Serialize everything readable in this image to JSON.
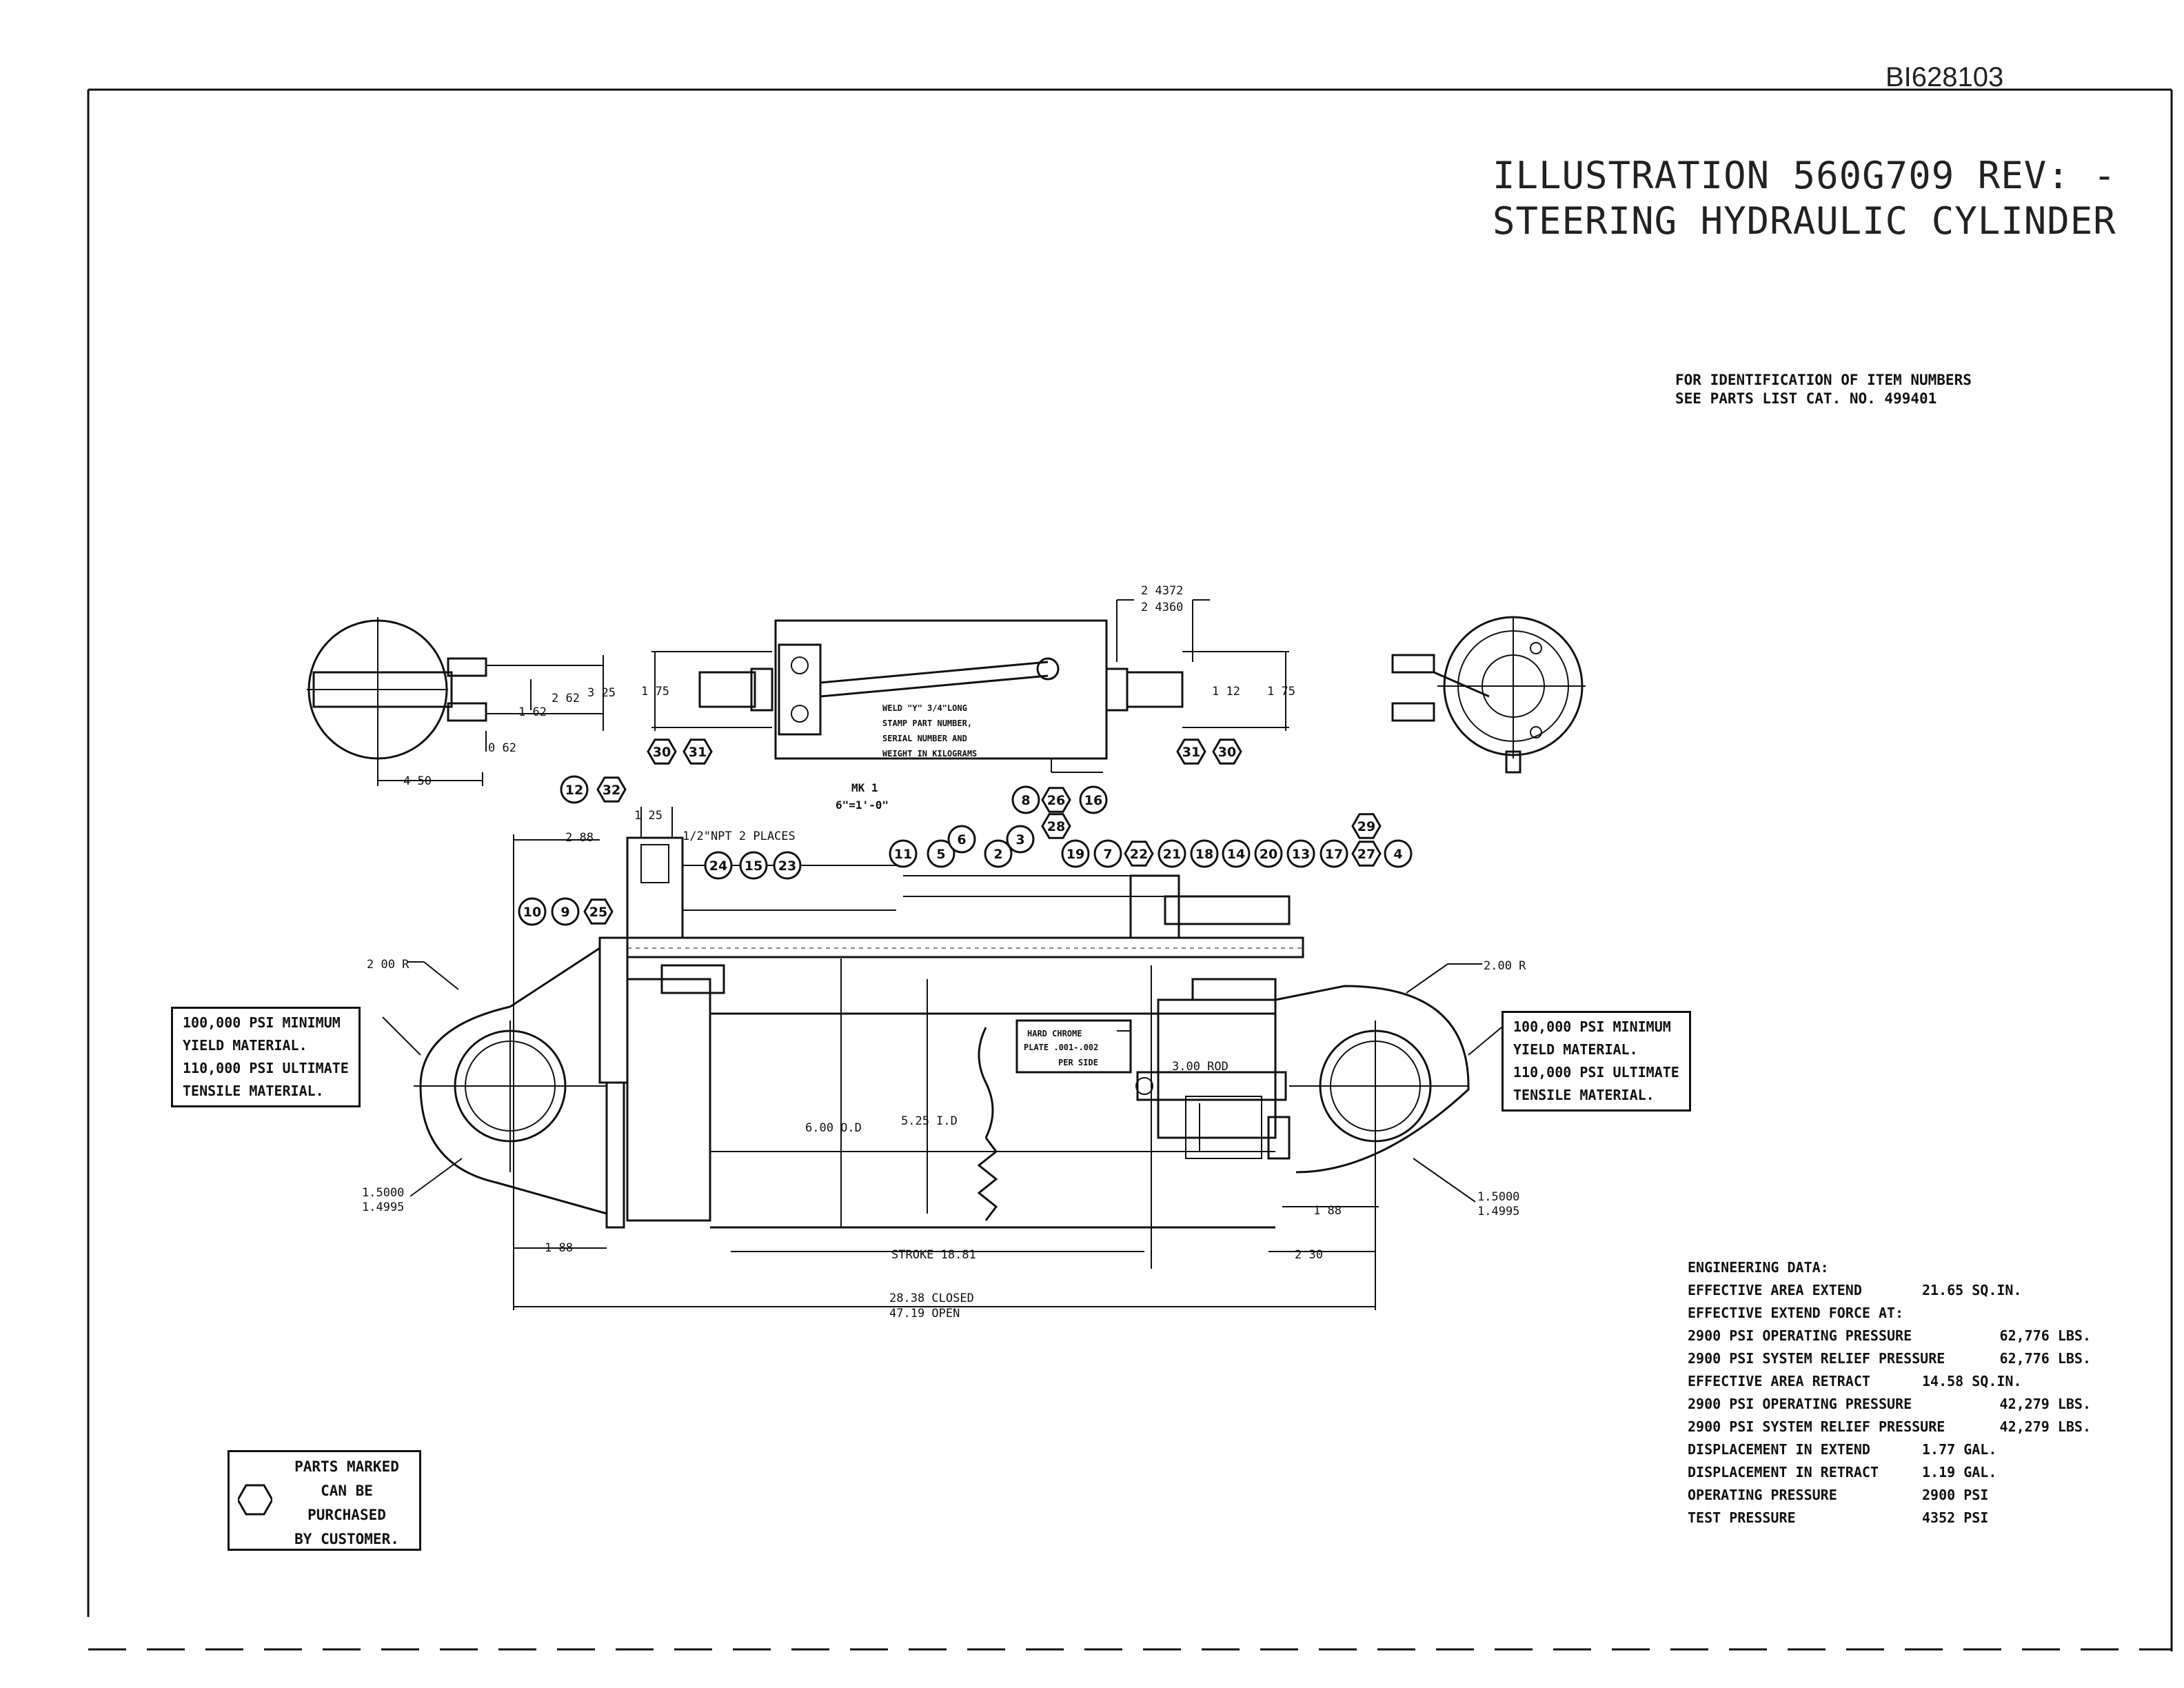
{
  "document_id": "BI628103",
  "title_line1": "ILLUSTRATION 560G709 REV: -",
  "title_line2": "STEERING HYDRAULIC CYLINDER",
  "identification_note": {
    "line1": "FOR IDENTIFICATION OF ITEM NUMBERS",
    "line2": "SEE PARTS LIST CAT. NO. 499401"
  },
  "material_note_left": [
    "100,000 PSI MINIMUM",
    "YIELD MATERIAL.",
    "110,000 PSI ULTIMATE",
    "TENSILE MATERIAL."
  ],
  "material_note_right": [
    "100,000 PSI MINIMUM",
    "YIELD MATERIAL.",
    "110,000 PSI ULTIMATE",
    "TENSILE MATERIAL."
  ],
  "weld_note": [
    "WELD \"Y\" 3/4\"LONG",
    "STAMP PART NUMBER,",
    "SERIAL NUMBER AND",
    "WEIGHT IN KILOGRAMS"
  ],
  "view_label": {
    "mark": "MK 1",
    "scale": "6\"=1'-0\""
  },
  "port_note": "1/2\"NPT 2 PLACES",
  "chrome_note": [
    "HARD CHROME",
    "PLATE .001-.002",
    "PER SIDE"
  ],
  "dimensions": {
    "d_2_4372": "2 4372",
    "d_2_4360": "2 4360",
    "d_3_25": "3 25",
    "d_2_62": "2 62",
    "d_1_62": "1 62",
    "d_0_62": "0 62",
    "d_4_50": "4 50",
    "d_1_75_left": "1 75",
    "d_1_12": "1 12",
    "d_1_75_right": "1 75",
    "d_1_25": "1 25",
    "d_2_88": "2 88",
    "d_2_00_r_left": "2 00 R",
    "d_2_00_r_right": "2.00 R",
    "d_6_00_od": "6.00 O.D",
    "d_5_25_id": "5.25 I.D",
    "d_3_00_rod": "3.00 ROD",
    "d_bore_left_1": "1.5000",
    "d_bore_left_2": "1.4995",
    "d_bore_right_1": "1.5000",
    "d_bore_right_2": "1.4995",
    "d_1_88_left": "1 88",
    "d_1_88_right": "1 88",
    "d_stroke": "STROKE 18.81",
    "d_2_30": "2 30",
    "d_closed": "28.38 CLOSED",
    "d_open": "47.19   OPEN"
  },
  "item_balloons_top": [
    "12",
    "32",
    "24",
    "15",
    "23",
    "11",
    "5",
    "6",
    "2",
    "3",
    "19",
    "7",
    "22",
    "21",
    "18",
    "14",
    "20",
    "13",
    "17",
    "27",
    "4",
    "29",
    "10",
    "9",
    "25"
  ],
  "item_balloons_view": [
    "30",
    "31",
    "31",
    "30",
    "8",
    "26",
    "16",
    "28"
  ],
  "customer_parts": [
    "32",
    "30",
    "31",
    "28",
    "26",
    "27",
    "29",
    "25",
    "22"
  ],
  "engineering_data": {
    "heading": "ENGINEERING DATA:",
    "rows": [
      {
        "label": "EFFECTIVE AREA EXTEND",
        "value": "21.65 SQ.IN.",
        "wide": false
      },
      {
        "label": "EFFECTIVE EXTEND FORCE AT:",
        "value": "",
        "wide": false
      },
      {
        "label": "2900 PSI OPERATING PRESSURE",
        "value": "62,776 LBS.",
        "wide": true
      },
      {
        "label": "2900 PSI SYSTEM RELIEF PRESSURE",
        "value": "62,776 LBS.",
        "wide": true
      },
      {
        "label": "EFFECTIVE AREA RETRACT",
        "value": "14.58 SQ.IN.",
        "wide": false
      },
      {
        "label": "2900 PSI OPERATING PRESSURE",
        "value": "42,279 LBS.",
        "wide": true
      },
      {
        "label": "2900 PSI SYSTEM RELIEF PRESSURE",
        "value": "42,279 LBS.",
        "wide": true
      },
      {
        "label": "DISPLACEMENT IN EXTEND",
        "value": "1.77 GAL.",
        "wide": false
      },
      {
        "label": "DISPLACEMENT IN RETRACT",
        "value": "1.19 GAL.",
        "wide": false
      },
      {
        "label": "OPERATING PRESSURE",
        "value": "2900 PSI",
        "wide": false
      },
      {
        "label": "TEST PRESSURE",
        "value": "4352 PSI",
        "wide": false
      }
    ]
  },
  "legend": {
    "icon": "hexagon-icon",
    "lines": [
      "PARTS MARKED",
      "CAN BE",
      "PURCHASED",
      "BY CUSTOMER."
    ]
  }
}
